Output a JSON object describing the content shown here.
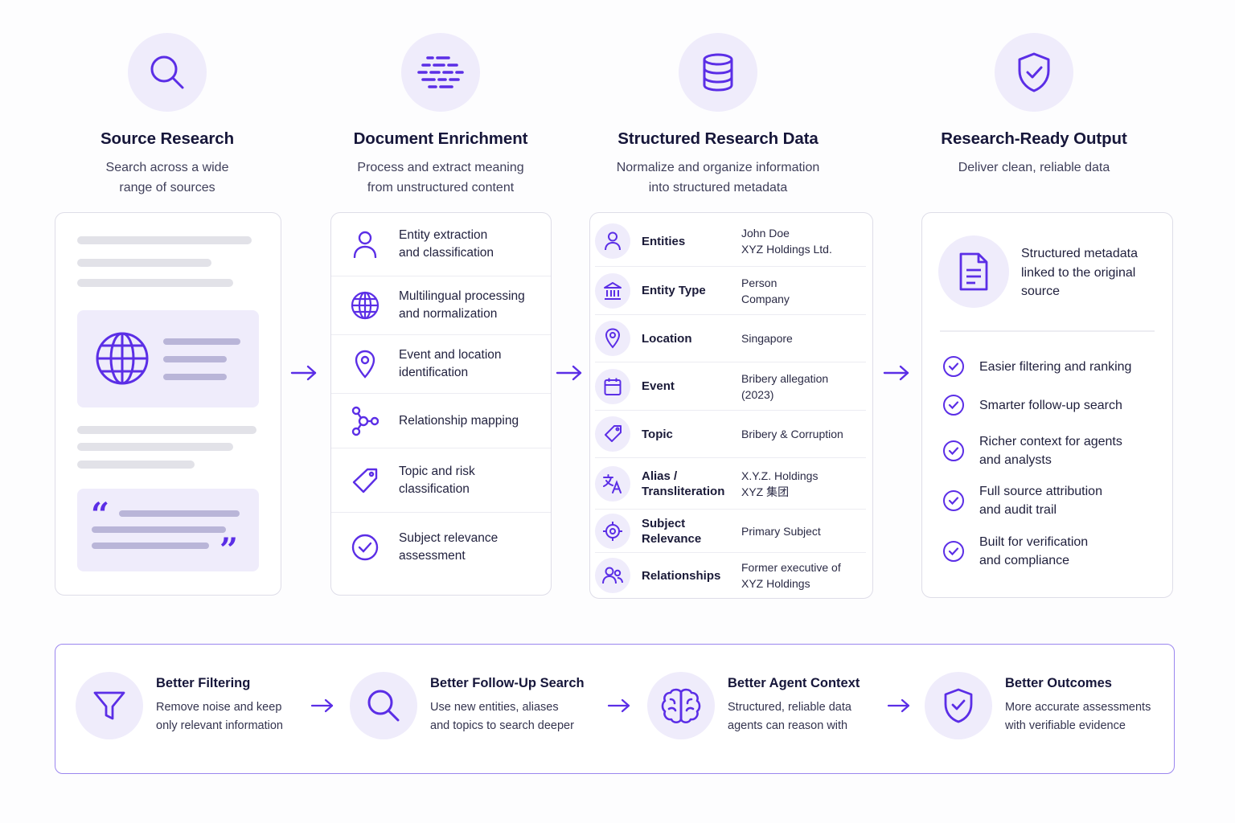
{
  "columns": [
    {
      "title": "Source Research",
      "subtitle_l1": "Search across a wide",
      "subtitle_l2": "range of sources"
    },
    {
      "title": "Document Enrichment",
      "subtitle_l1": "Process and extract meaning",
      "subtitle_l2": "from unstructured content"
    },
    {
      "title": "Structured Research Data",
      "subtitle_l1": "Normalize and organize information",
      "subtitle_l2": "into structured metadata"
    },
    {
      "title": "Research-Ready Output",
      "subtitle_l1": "Deliver clean, reliable data",
      "subtitle_l2": ""
    }
  ],
  "enrichment": [
    {
      "l1": "Entity extraction",
      "l2": "and classification",
      "icon": "person-icon"
    },
    {
      "l1": "Multilingual processing",
      "l2": "and normalization",
      "icon": "globe-icon"
    },
    {
      "l1": "Event and location",
      "l2": "identification",
      "icon": "location-pin-icon"
    },
    {
      "l1": "Relationship mapping",
      "l2": "",
      "icon": "network-icon"
    },
    {
      "l1": "Topic and risk",
      "l2": "classification",
      "icon": "tag-icon"
    },
    {
      "l1": "Subject relevance",
      "l2": "assessment",
      "icon": "check-circle-icon"
    }
  ],
  "structured": [
    {
      "label_l1": "Entities",
      "label_l2": "",
      "v1": "John Doe",
      "v2": "XYZ Holdings Ltd.",
      "icon": "person-icon"
    },
    {
      "label_l1": "Entity Type",
      "label_l2": "",
      "v1": "Person",
      "v2": "Company",
      "icon": "building-icon"
    },
    {
      "label_l1": "Location",
      "label_l2": "",
      "v1": "Singapore",
      "v2": "",
      "icon": "location-pin-icon"
    },
    {
      "label_l1": "Event",
      "label_l2": "",
      "v1": "Bribery allegation",
      "v2": "(2023)",
      "icon": "calendar-icon"
    },
    {
      "label_l1": "Topic",
      "label_l2": "",
      "v1": "Bribery & Corruption",
      "v2": "",
      "icon": "tag-icon"
    },
    {
      "label_l1": "Alias /",
      "label_l2": "Transliteration",
      "v1": "X.Y.Z. Holdings",
      "v2": "XYZ 集团",
      "icon": "translate-icon"
    },
    {
      "label_l1": "Subject Relevance",
      "label_l2": "",
      "v1": "Primary Subject",
      "v2": "",
      "icon": "target-icon"
    },
    {
      "label_l1": "Relationships",
      "label_l2": "",
      "v1": "Former executive of",
      "v2": "XYZ Holdings",
      "icon": "people-icon"
    }
  ],
  "output": {
    "header_l1": "Structured metadata",
    "header_l2": "linked to the original",
    "header_l3": "source",
    "items": [
      {
        "l1": "Easier filtering and ranking",
        "l2": ""
      },
      {
        "l1": "Smarter follow-up search",
        "l2": ""
      },
      {
        "l1": "Richer context for agents",
        "l2": "and analysts"
      },
      {
        "l1": "Full source attribution",
        "l2": "and audit trail"
      },
      {
        "l1": "Built for verification",
        "l2": "and compliance"
      }
    ]
  },
  "bottom": [
    {
      "title": "Better Filtering",
      "d1": "Remove noise and keep",
      "d2": "only relevant information",
      "icon": "filter-icon"
    },
    {
      "title": "Better Follow-Up Search",
      "d1": "Use new entities, aliases",
      "d2": "and topics to search deeper",
      "icon": "search-icon"
    },
    {
      "title": "Better Agent Context",
      "d1": "Structured, reliable data",
      "d2": "agents can reason with",
      "icon": "brain-icon"
    },
    {
      "title": "Better Outcomes",
      "d1": "More accurate assessments",
      "d2": "with verifiable evidence",
      "icon": "shield-check-icon"
    }
  ],
  "colors": {
    "accent": "#5b2ee6",
    "icon_bg": "#efecfb",
    "border": "#dedde8"
  }
}
